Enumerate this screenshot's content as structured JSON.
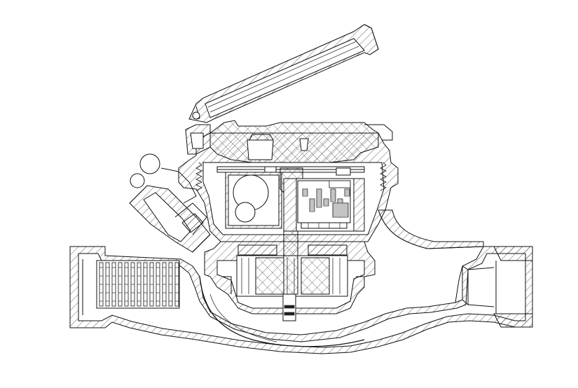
{
  "drawing": {
    "line_color": "#111111",
    "background": "#ffffff",
    "parts": [
      "meter-body",
      "inlet-strainer",
      "register-lid",
      "register-housing",
      "gear-train",
      "impeller-chamber",
      "regulator-plug",
      "outlet-connection"
    ]
  }
}
